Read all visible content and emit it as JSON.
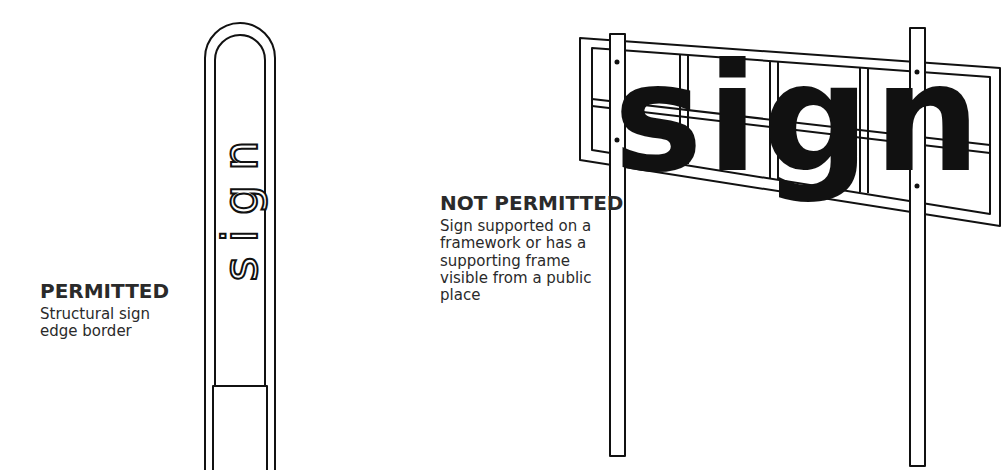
{
  "diagram": {
    "nodes": [
      {
        "text": [
          "sign"
        ]
      },
      {
        "text": [
          "sign"
        ]
      }
    ],
    "labels": [
      "PERMITTED",
      "Structural sign edge border",
      "NOT PERMITTED",
      "Sign supported on a framework or has a supporting frame visible from a public place"
    ]
  }
}
